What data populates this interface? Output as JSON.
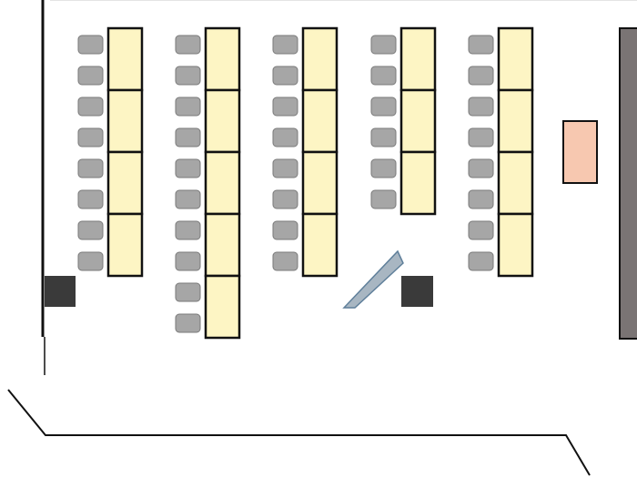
{
  "floor_plan": {
    "title": "",
    "table_columns": [
      {
        "name": "column-1",
        "table_segments": 4,
        "chairs": 8
      },
      {
        "name": "column-2",
        "table_segments": 5,
        "chairs": 10
      },
      {
        "name": "column-3",
        "table_segments": 4,
        "chairs": 8
      },
      {
        "name": "column-4",
        "table_segments": 3,
        "chairs": 6
      },
      {
        "name": "column-5",
        "table_segments": 4,
        "chairs": 8
      }
    ],
    "colors": {
      "table_fill": "#fdf5c4",
      "table_stroke": "#111111",
      "chair_fill": "#a6a6a6",
      "chair_stroke": "#7a7a7a",
      "dark_block": "#3a3a3a",
      "lectern_fill": "#f7c8b0",
      "ramp_fill": "#a8b6c2",
      "ramp_stroke": "#5f7f9a",
      "right_wall_fill": "#7a7474",
      "wall_stroke": "#111111"
    }
  }
}
